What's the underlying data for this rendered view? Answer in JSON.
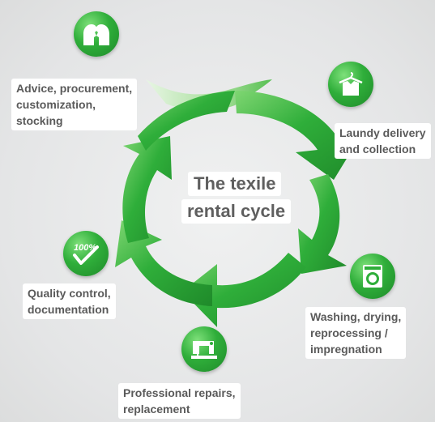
{
  "center_title": [
    "The texile",
    "rental cycle"
  ],
  "colors": {
    "ring_green": "#2fae3a",
    "ring_light": "#7fd672",
    "ring_dark": "#1f8a2a",
    "label_text": "#5a5a5a",
    "background": "#e6e7e8"
  },
  "steps": [
    {
      "icon": "two-heads-icon",
      "lines": [
        "Advice, procurement,",
        "customization,",
        "stocking"
      ]
    },
    {
      "icon": "hanger-shirt-icon",
      "lines": [
        "Laundy delivery",
        "and collection"
      ]
    },
    {
      "icon": "washing-machine-icon",
      "lines": [
        "Washing, drying,",
        "reprocessing /",
        "impregnation"
      ]
    },
    {
      "icon": "sewing-machine-icon",
      "lines": [
        "Professional repairs,",
        "replacement"
      ]
    },
    {
      "icon": "hundred-percent-check-icon",
      "lines": [
        "Quality control,",
        "documentation"
      ]
    }
  ]
}
